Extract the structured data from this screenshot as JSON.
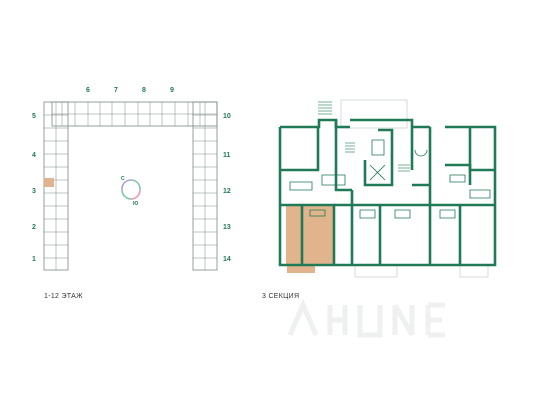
{
  "left_plan": {
    "caption": "1-12 ЭТАЖ",
    "top_sections": [
      "6",
      "7",
      "8",
      "9"
    ],
    "left_sections": [
      "5",
      "4",
      "3",
      "2",
      "1"
    ],
    "right_sections": [
      "10",
      "11",
      "12",
      "13",
      "14"
    ],
    "highlighted_section": "3",
    "compass": {
      "north": "С",
      "south": "Ю"
    }
  },
  "right_plan": {
    "caption": "3 СЕКЦИЯ"
  },
  "colors": {
    "wall": "#1f7a55",
    "highlight": "#e2b48e",
    "label": "#1f7a55"
  }
}
